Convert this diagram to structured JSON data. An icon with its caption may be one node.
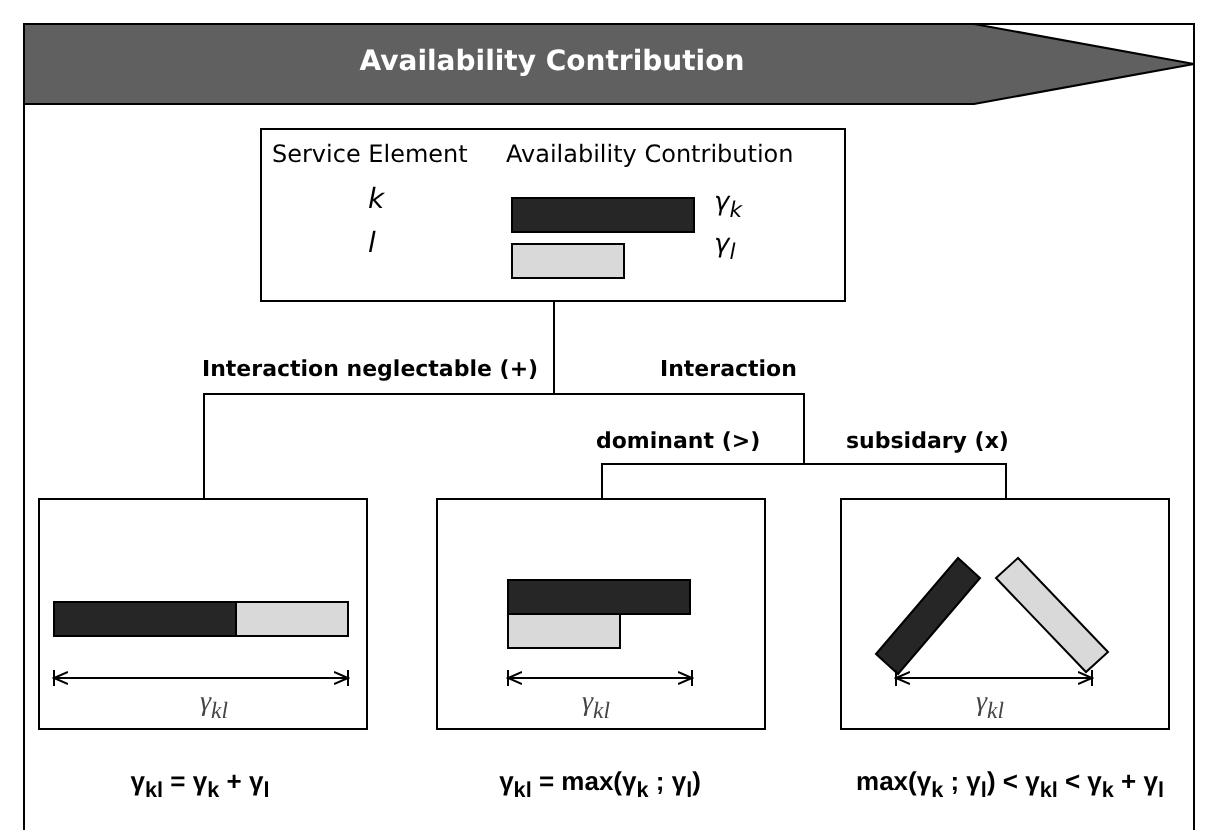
{
  "diagram": {
    "title": "Availability Contribution",
    "nodes": [
      {
        "text": [
          "Service Element",
          "Availability Contribution",
          "k",
          "l",
          "γ$_{k}$",
          "γ$_{l}$"
        ]
      },
      {
        "text": [
          "γ$_{kl}$"
        ],
        "beside": [
          "γ$_{kl}$ = γ$_{k}$ + γ$_{l}$"
        ]
      },
      {
        "text": [
          "γ$_{kl}$"
        ],
        "beside": [
          "γ$_{kl}$ = max(γ$_{k}$ ; γ$_{l}$)"
        ]
      },
      {
        "text": [
          "γ$_{kl}$"
        ],
        "beside": [
          "max(γ$_{k}$ ; γ$_{l}$) < γ$_{kl}$ < γ$_{k}$ + γ$_{l}$"
        ]
      }
    ],
    "edges": [
      {
        "from": 0,
        "to": 1,
        "arrow": "none",
        "label": "Interaction neglectable (+)"
      },
      {
        "from": 0,
        "to": 2,
        "arrow": "none",
        "label": "dominant (>)"
      },
      {
        "from": 0,
        "to": 3,
        "arrow": "none",
        "label": "subsidary (x)"
      }
    ],
    "labels": [
      "Interaction"
    ]
  }
}
